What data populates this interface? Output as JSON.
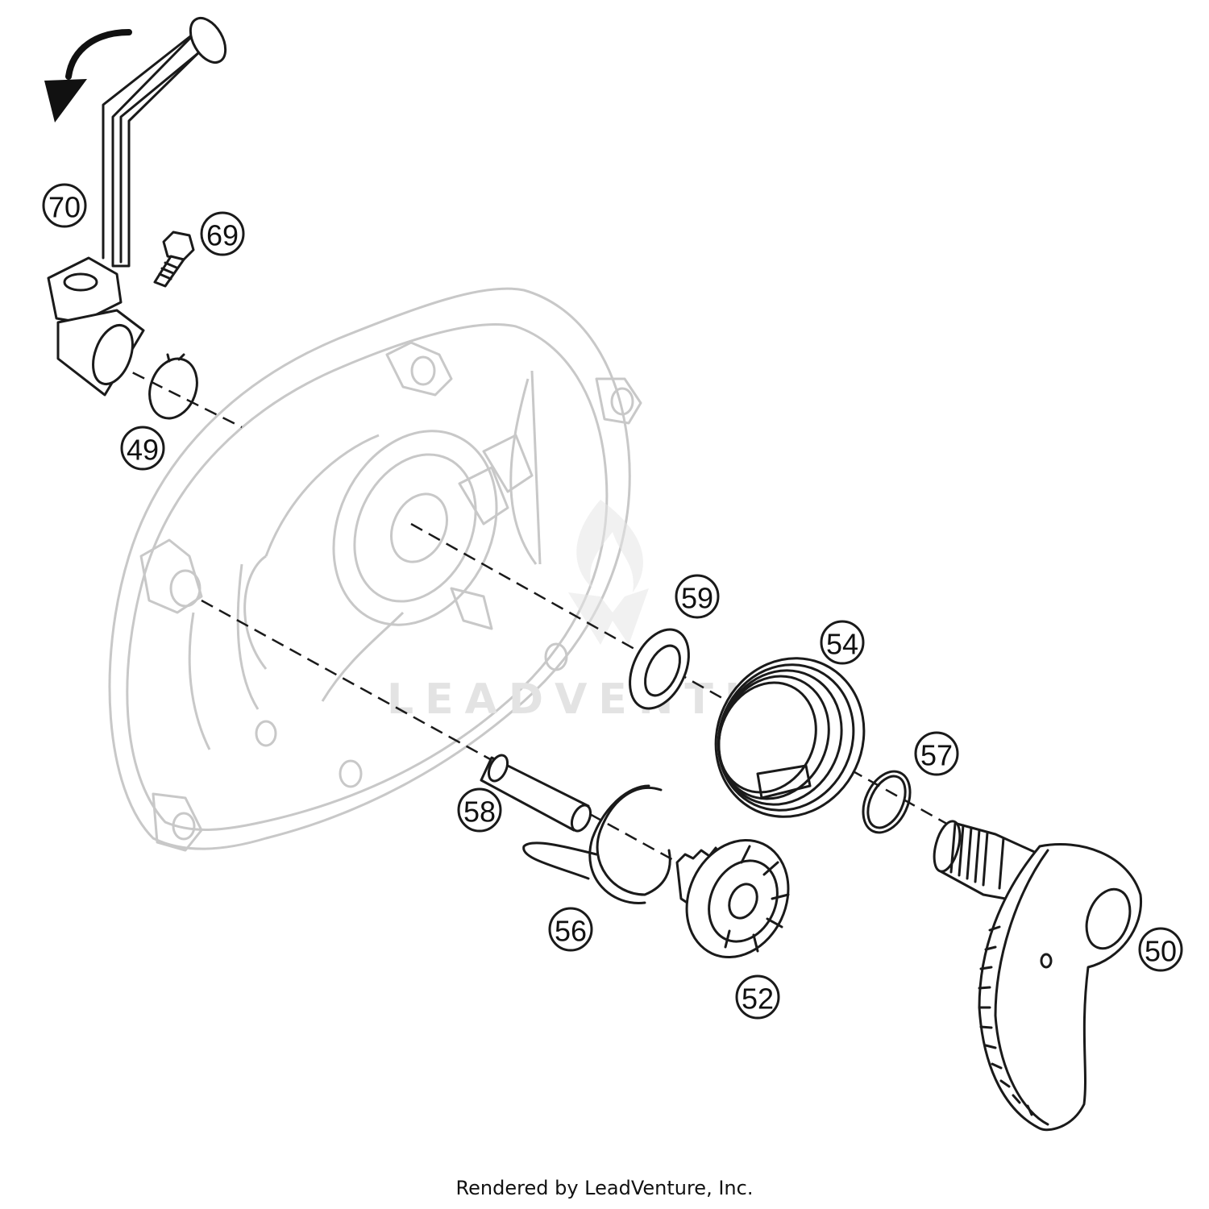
{
  "callouts": [
    {
      "label": "70",
      "part": "kick-starter-lever"
    },
    {
      "label": "69",
      "part": "lever-bolt"
    },
    {
      "label": "49",
      "part": "circlip"
    },
    {
      "label": "59",
      "part": "washer"
    },
    {
      "label": "54",
      "part": "kick-starter-spring"
    },
    {
      "label": "57",
      "part": "o-ring"
    },
    {
      "label": "58",
      "part": "pin"
    },
    {
      "label": "56",
      "part": "wire-spring"
    },
    {
      "label": "52",
      "part": "intermediate-gear"
    },
    {
      "label": "50",
      "part": "kick-starter-shaft-segment"
    }
  ],
  "watermark": "LEADVENTURE",
  "credit": "Rendered by LeadVenture, Inc.",
  "colors": {
    "ink": "#1a1a1a",
    "ghost_outline": "#c8c8c8",
    "watermark": "#e3e3e3",
    "background": "#ffffff"
  },
  "icons": {
    "rotation_arrow": "curved-arrow-icon",
    "watermark_logo": "flame-logo-icon"
  }
}
